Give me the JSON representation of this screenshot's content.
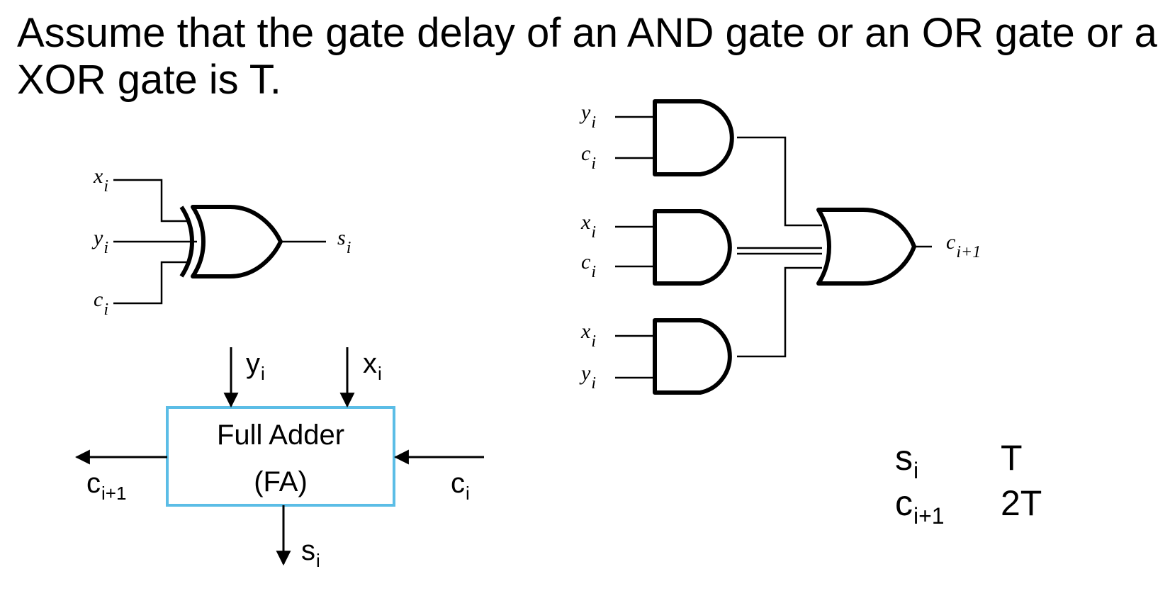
{
  "question": {
    "line1": "Assume that the gate delay of an AND gate or an OR gate or a",
    "line2": "XOR gate is T."
  },
  "xor_circuit": {
    "inputs": [
      {
        "var": "x",
        "sub": "i"
      },
      {
        "var": "y",
        "sub": "i"
      },
      {
        "var": "c",
        "sub": "i"
      }
    ],
    "output": {
      "var": "s",
      "sub": "i"
    }
  },
  "carry_circuit": {
    "and_gates": [
      {
        "in1": {
          "var": "y",
          "sub": "i"
        },
        "in2": {
          "var": "c",
          "sub": "i"
        }
      },
      {
        "in1": {
          "var": "x",
          "sub": "i"
        },
        "in2": {
          "var": "c",
          "sub": "i"
        }
      },
      {
        "in1": {
          "var": "x",
          "sub": "i"
        },
        "in2": {
          "var": "y",
          "sub": "i"
        }
      }
    ],
    "output": {
      "var": "c",
      "sub": "i+1"
    }
  },
  "full_adder": {
    "label_line1": "Full Adder",
    "label_line2": "(FA)",
    "border_color": "#5bbde6",
    "input_y": {
      "var": "y",
      "sub": "i"
    },
    "input_x": {
      "var": "x",
      "sub": "i"
    },
    "carry_in": {
      "var": "c",
      "sub": "i"
    },
    "carry_out": {
      "var": "c",
      "sub": "i+1"
    },
    "sum_out": {
      "var": "s",
      "sub": "i"
    }
  },
  "delay_table": [
    {
      "var": "s",
      "sub": "i",
      "delay": "T"
    },
    {
      "var": "c",
      "sub": "i+1",
      "delay": "2T"
    }
  ]
}
